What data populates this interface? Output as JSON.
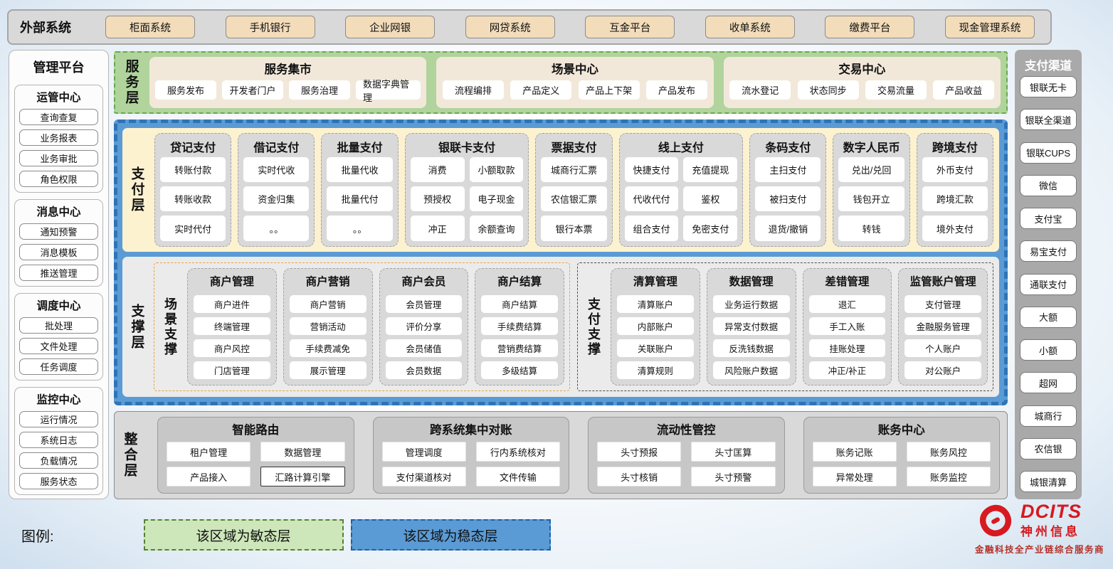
{
  "external_systems": {
    "label": "外部系统",
    "items": [
      "柜面系统",
      "手机银行",
      "企业网银",
      "网贷系统",
      "互金平台",
      "收单系统",
      "缴费平台",
      "现金管理系统"
    ]
  },
  "management_platform": {
    "title": "管理平台",
    "groups": [
      {
        "title": "运管中心",
        "items": [
          "查询查复",
          "业务报表",
          "业务审批",
          "角色权限"
        ]
      },
      {
        "title": "消息中心",
        "items": [
          "通知预警",
          "消息模板",
          "推送管理"
        ]
      },
      {
        "title": "调度中心",
        "items": [
          "批处理",
          "文件处理",
          "任务调度"
        ]
      },
      {
        "title": "监控中心",
        "items": [
          "运行情况",
          "系统日志",
          "负载情况",
          "服务状态"
        ]
      }
    ]
  },
  "service_layer": {
    "label": "服务层",
    "sections": [
      {
        "title": "服务集市",
        "items": [
          "服务发布",
          "开发者门户",
          "服务治理",
          "数据字典管理"
        ]
      },
      {
        "title": "场景中心",
        "items": [
          "流程编排",
          "产品定义",
          "产品上下架",
          "产品发布"
        ]
      },
      {
        "title": "交易中心",
        "items": [
          "流水登记",
          "状态同步",
          "交易流量",
          "产品收益"
        ]
      }
    ]
  },
  "payment_layer": {
    "label": "支付层",
    "columns": [
      {
        "title": "贷记支付",
        "wide": false,
        "items": [
          "转账付款",
          "转账收款",
          "实时代付"
        ]
      },
      {
        "title": "借记支付",
        "wide": false,
        "items": [
          "实时代收",
          "资金归集",
          "。。"
        ]
      },
      {
        "title": "批量支付",
        "wide": false,
        "items": [
          "批量代收",
          "批量代付",
          "。。"
        ]
      },
      {
        "title": "银联卡支付",
        "wide": true,
        "items": [
          "消费",
          "小额取款",
          "预授权",
          "电子现金",
          "冲正",
          "余额查询"
        ]
      },
      {
        "title": "票据支付",
        "wide": false,
        "items": [
          "城商行汇票",
          "农信银汇票",
          "银行本票"
        ]
      },
      {
        "title": "线上支付",
        "wide": true,
        "items": [
          "快捷支付",
          "充值提现",
          "代收代付",
          "鉴权",
          "组合支付",
          "免密支付"
        ]
      },
      {
        "title": "条码支付",
        "wide": false,
        "items": [
          "主扫支付",
          "被扫支付",
          "退货/撤销"
        ]
      },
      {
        "title": "数字人民币",
        "wide": false,
        "items": [
          "兑出/兑回",
          "钱包开立",
          "转钱"
        ]
      },
      {
        "title": "跨境支付",
        "wide": false,
        "items": [
          "外币支付",
          "跨境汇款",
          "境外支付"
        ]
      }
    ]
  },
  "support_layer": {
    "label": "支撑层",
    "zones": [
      {
        "label": "场景支撑",
        "style": "scene",
        "columns": [
          {
            "title": "商户管理",
            "items": [
              "商户进件",
              "终端管理",
              "商户风控",
              "门店管理"
            ]
          },
          {
            "title": "商户营销",
            "items": [
              "商户营销",
              "营销活动",
              "手续费减免",
              "展示管理"
            ]
          },
          {
            "title": "商户会员",
            "items": [
              "会员管理",
              "评价分享",
              "会员储值",
              "会员数据"
            ]
          },
          {
            "title": "商户结算",
            "items": [
              "商户结算",
              "手续费结算",
              "营销费结算",
              "多级结算"
            ]
          }
        ]
      },
      {
        "label": "支付支撑",
        "style": "paysup",
        "columns": [
          {
            "title": "清算管理",
            "items": [
              "清算账户",
              "内部账户",
              "关联账户",
              "清算规则"
            ]
          },
          {
            "title": "数据管理",
            "items": [
              "业务运行数据",
              "异常支付数据",
              "反洗钱数据",
              "风险账户数据"
            ]
          },
          {
            "title": "差错管理",
            "items": [
              "退汇",
              "手工入账",
              "挂账处理",
              "冲正/补正"
            ]
          },
          {
            "title": "监管账户管理",
            "items": [
              "支付管理",
              "金融服务管理",
              "个人账户",
              "对公账户"
            ]
          }
        ]
      }
    ]
  },
  "integration_layer": {
    "label": "整合层",
    "highlighted_item": "汇路计算引擎",
    "sections": [
      {
        "title": "智能路由",
        "items": [
          "租户管理",
          "数据管理",
          "产品接入",
          "汇路计算引擎"
        ]
      },
      {
        "title": "跨系统集中对账",
        "items": [
          "管理调度",
          "行内系统核对",
          "支付渠道核对",
          "文件传输"
        ]
      },
      {
        "title": "流动性管控",
        "items": [
          "头寸预报",
          "头寸匡算",
          "头寸核销",
          "头寸预警"
        ]
      },
      {
        "title": "账务中心",
        "items": [
          "账务记账",
          "账务风控",
          "异常处理",
          "账务监控"
        ]
      }
    ]
  },
  "payment_channels": {
    "title": "支付渠道",
    "items": [
      "银联无卡",
      "银联全渠道",
      "银联CUPS",
      "微信",
      "支付宝",
      "易宝支付",
      "通联支付",
      "大额",
      "小额",
      "超网",
      "城商行",
      "农信银",
      "城银清算"
    ]
  },
  "legend": {
    "label": "图例:",
    "agile": "该区域为敏态层",
    "stable": "该区域为稳态层"
  },
  "logo": {
    "en": "DCITS",
    "cn": "神州信息",
    "tagline": "金融科技全产业链综合服务商"
  },
  "colors": {
    "agile_green": "#b0d49c",
    "stable_blue": "#5b9bd5",
    "panel_gray": "#d9d9d9",
    "cream": "#fdf2cf",
    "tan": "#f3dcba",
    "brand_red": "#d71920"
  }
}
